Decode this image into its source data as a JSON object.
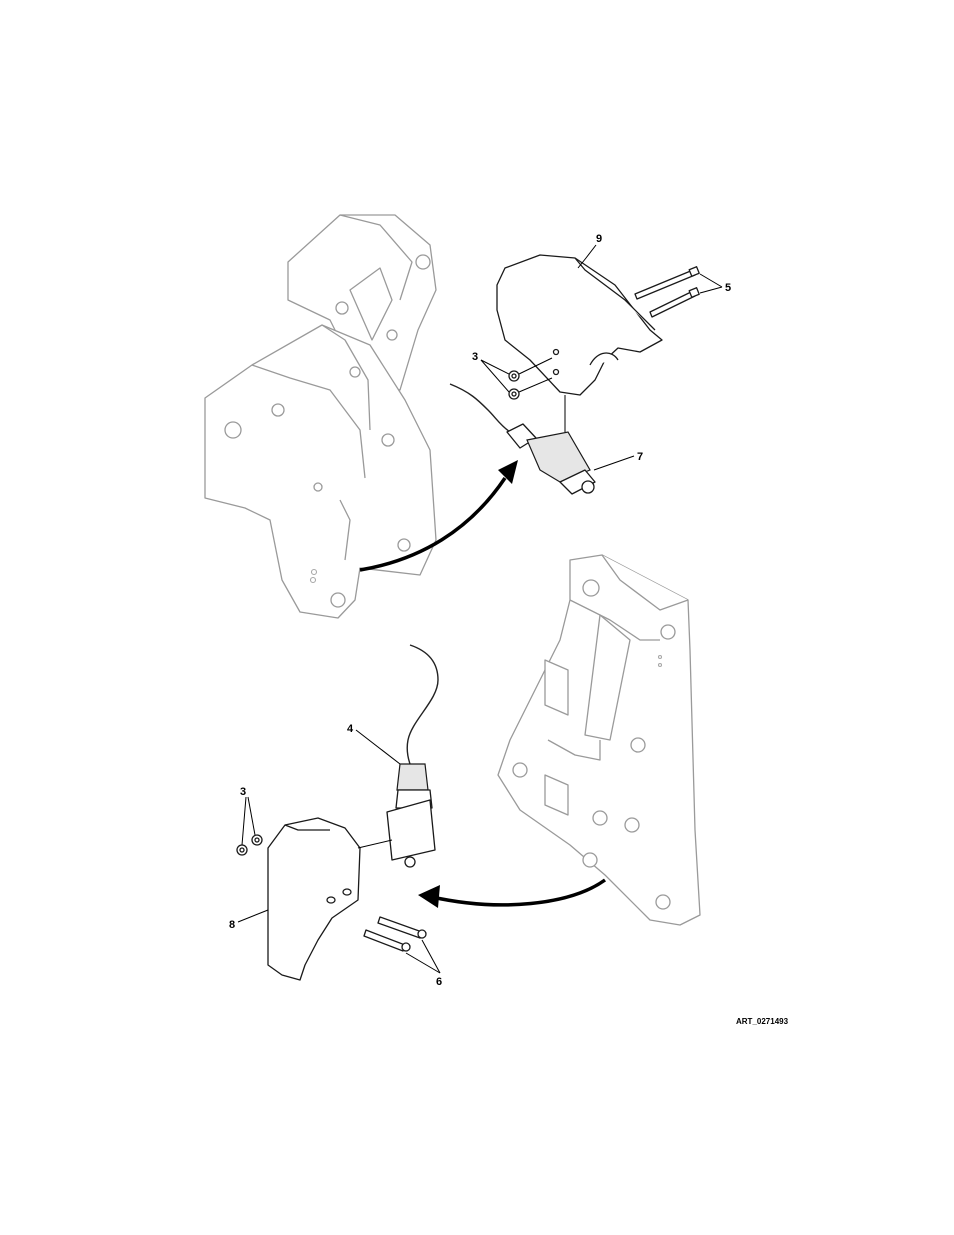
{
  "callouts": {
    "c9": "9",
    "c5": "5",
    "c3_top": "3",
    "c7": "7",
    "c4": "4",
    "c3_bottom": "3",
    "c8": "8",
    "c6": "6"
  },
  "art_reference": "ART_0271493"
}
